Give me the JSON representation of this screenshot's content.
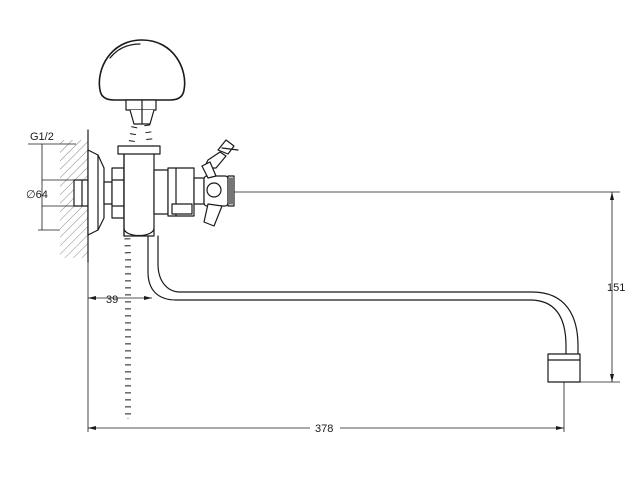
{
  "labels": {
    "thread": "G1/2",
    "diameter": "∅64",
    "offset": "39",
    "height": "151",
    "length": "378"
  },
  "colors": {
    "line": "#1a1a1a",
    "background": "#ffffff"
  }
}
